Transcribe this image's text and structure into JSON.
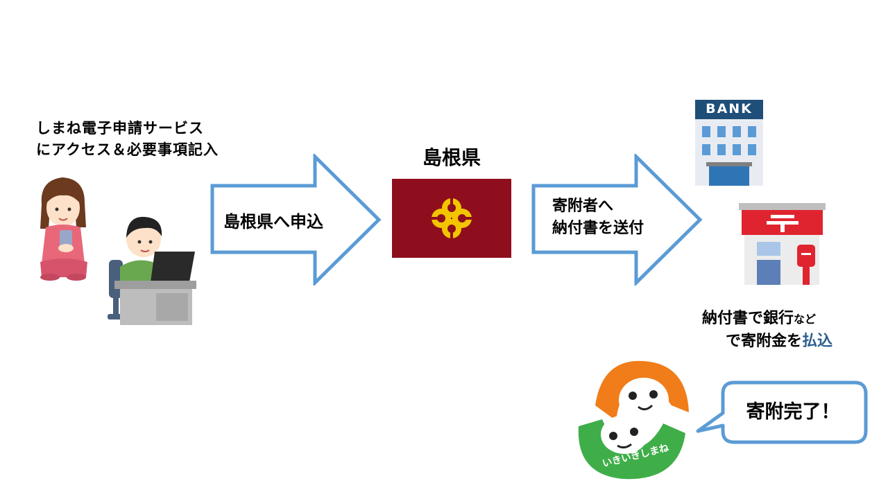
{
  "intro": {
    "line1": "しまね電子申請サービス",
    "line2": "にアクセス＆必要事項記入"
  },
  "arrow1": {
    "label": "島根県へ申込"
  },
  "prefecture": {
    "title": "島根県",
    "flag_color": "#8f0e1e",
    "emblem_color": "#f2c500"
  },
  "arrow2": {
    "line1": "寄附者へ",
    "line2": "納付書を送付"
  },
  "bank": {
    "sign": "BANK"
  },
  "payment": {
    "line1_main": "納付書で銀行",
    "line1_small": "など",
    "line2_main": "で寄附金を",
    "line2_highlight": "払込"
  },
  "mascot": {
    "label": "いきいきしまね"
  },
  "bubble": {
    "text": "寄附完了！"
  },
  "colors": {
    "arrow_stroke": "#5b9bd5",
    "accent_blue": "#2c5d8f"
  }
}
